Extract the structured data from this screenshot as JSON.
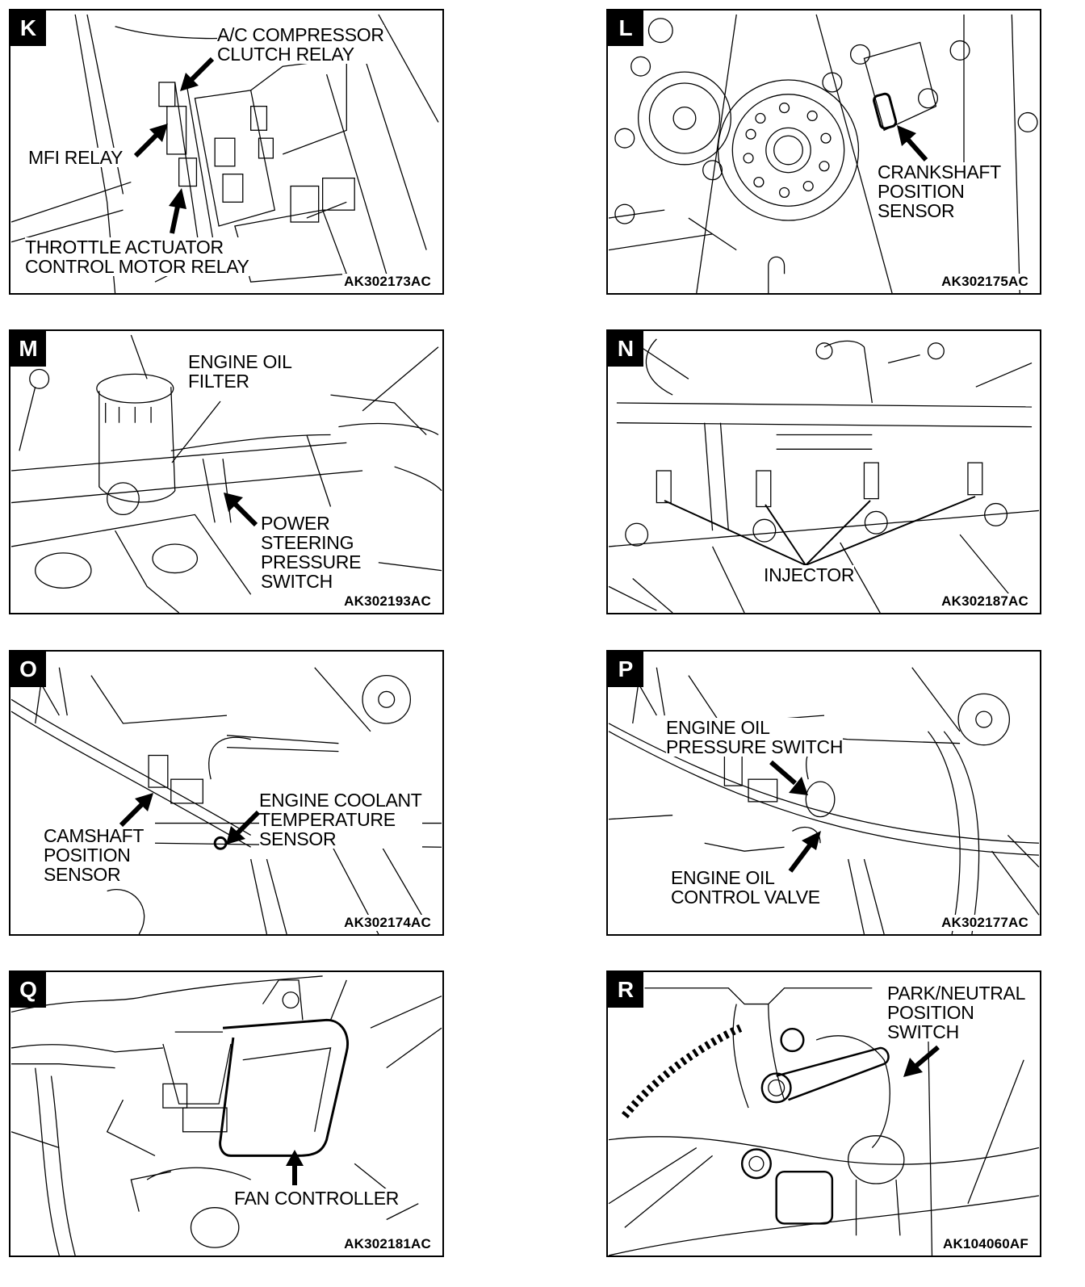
{
  "panels": [
    {
      "letter": "K",
      "code": "AK302173AC",
      "callouts": [
        {
          "lines": [
            "A/C COMPRESSOR",
            "CLUTCH RELAY"
          ]
        },
        {
          "lines": [
            "MFI RELAY"
          ]
        },
        {
          "lines": [
            "THROTTLE ACTUATOR",
            "CONTROL MOTOR RELAY"
          ]
        }
      ]
    },
    {
      "letter": "L",
      "code": "AK302175AC",
      "callouts": [
        {
          "lines": [
            "CRANKSHAFT",
            "POSITION",
            "SENSOR"
          ]
        }
      ]
    },
    {
      "letter": "M",
      "code": "AK302193AC",
      "callouts": [
        {
          "lines": [
            "ENGINE OIL",
            "FILTER"
          ]
        },
        {
          "lines": [
            "POWER",
            "STEERING",
            "PRESSURE",
            "SWITCH"
          ]
        }
      ]
    },
    {
      "letter": "N",
      "code": "AK302187AC",
      "callouts": [
        {
          "lines": [
            "INJECTOR"
          ]
        }
      ]
    },
    {
      "letter": "O",
      "code": "AK302174AC",
      "callouts": [
        {
          "lines": [
            "ENGINE COOLANT",
            "TEMPERATURE",
            "SENSOR"
          ]
        },
        {
          "lines": [
            "CAMSHAFT",
            "POSITION",
            "SENSOR"
          ]
        }
      ]
    },
    {
      "letter": "P",
      "code": "AK302177AC",
      "callouts": [
        {
          "lines": [
            "ENGINE OIL",
            "PRESSURE SWITCH"
          ]
        },
        {
          "lines": [
            "ENGINE OIL",
            "CONTROL VALVE"
          ]
        }
      ]
    },
    {
      "letter": "Q",
      "code": "AK302181AC",
      "callouts": [
        {
          "lines": [
            "FAN CONTROLLER"
          ]
        }
      ]
    },
    {
      "letter": "R",
      "code": "AK104060AF",
      "callouts": [
        {
          "lines": [
            "PARK/NEUTRAL",
            "POSITION",
            "SWITCH"
          ]
        }
      ]
    }
  ]
}
